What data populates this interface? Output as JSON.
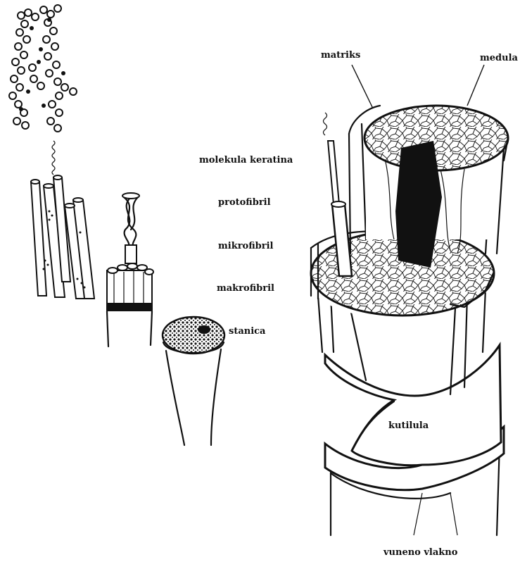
{
  "labels": {
    "molekula_keratina": "molekula keratina",
    "protofibril": "protofibril",
    "mikrofibril": "mikrofibril",
    "makrofibril": "makrofibril",
    "stanica": "stanica",
    "matriks": "matriks",
    "medula": "medula",
    "kutilula": "kutilula",
    "vuneno_vlakno": "vuneno vlakno"
  }
}
